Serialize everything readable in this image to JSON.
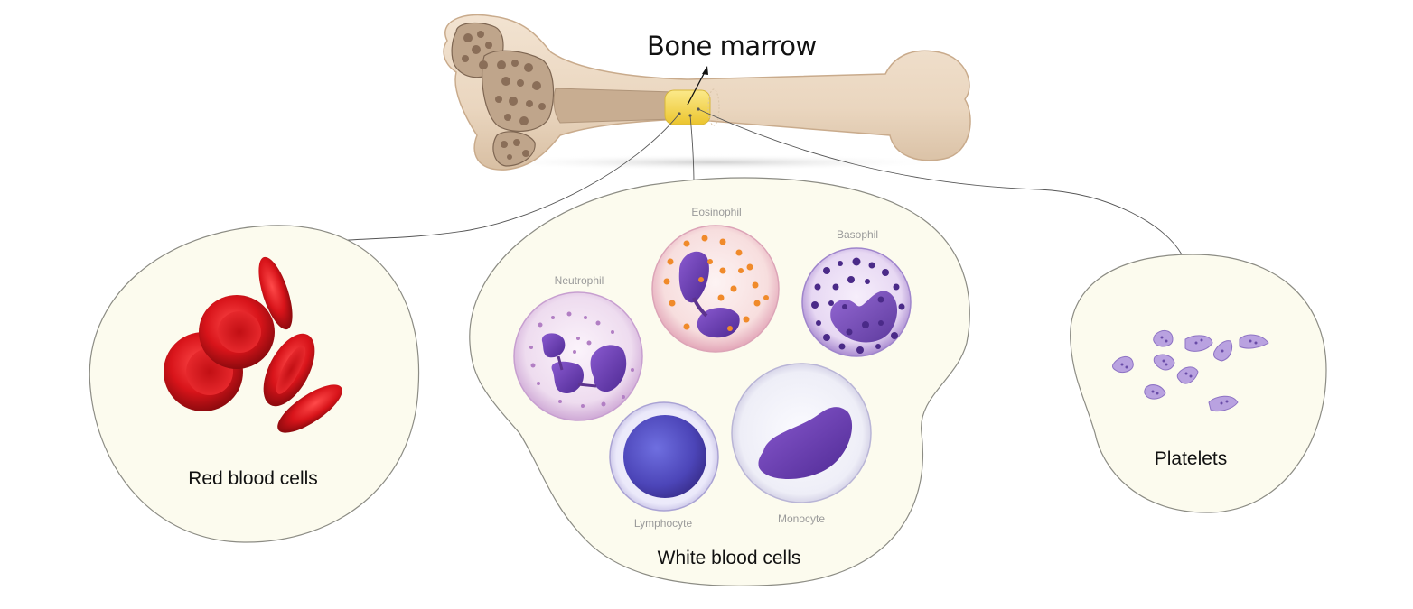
{
  "diagram": {
    "bone_label": "Bone marrow",
    "groups": {
      "red": {
        "label": "Red blood cells"
      },
      "white": {
        "label": "White blood cells",
        "cells": {
          "neutrophil": "Neutrophil",
          "eosinophil": "Eosinophil",
          "basophil": "Basophil",
          "lymphocyte": "Lymphocyte",
          "monocyte": "Monocyte"
        }
      },
      "platelets": {
        "label": "Platelets"
      }
    },
    "colors": {
      "bubble_fill": "#fcfbee",
      "bubble_stroke": "#8c8c84",
      "bone": "#ecd9c4",
      "marrow": "#f3d24a",
      "rbc": "#d4141a",
      "nucleus": "#6e3fb0",
      "platelet": "#b9a2e0"
    }
  }
}
